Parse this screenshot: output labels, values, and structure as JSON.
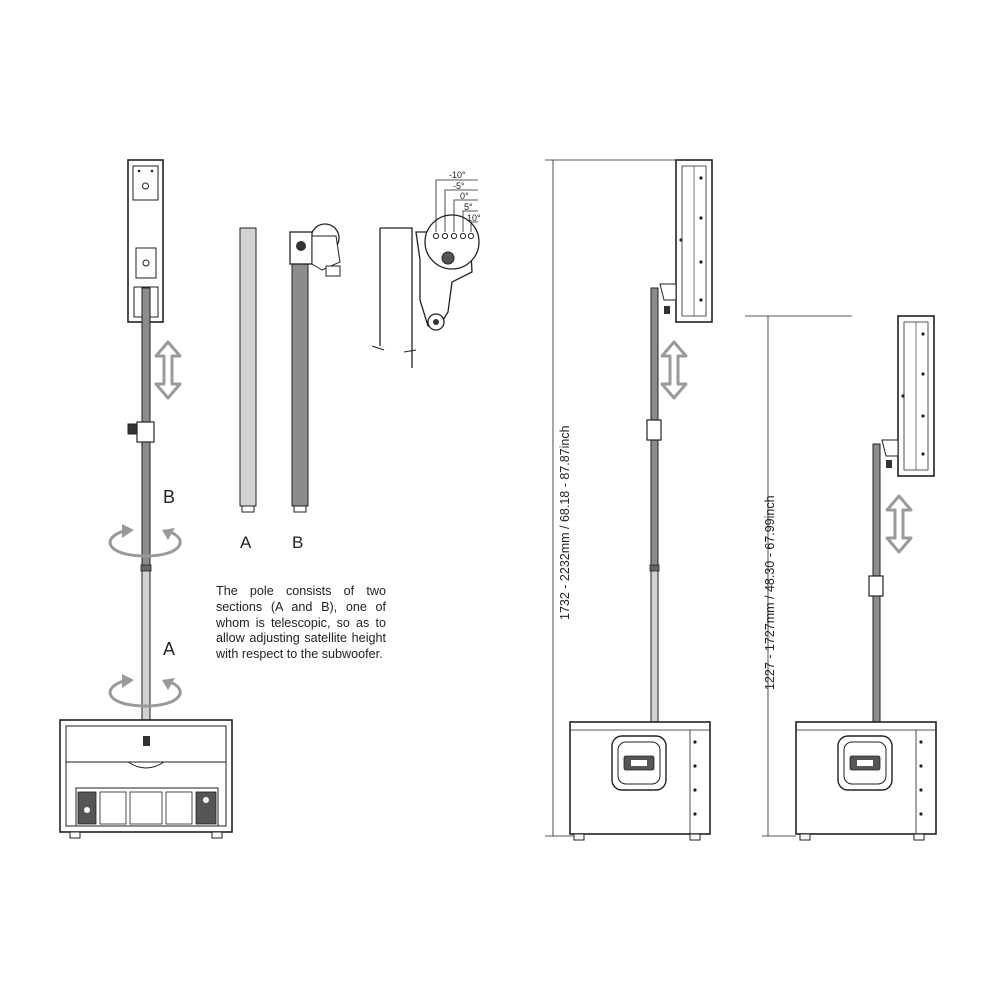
{
  "labels": {
    "section_a": "A",
    "section_b": "B"
  },
  "description": "The pole consists of two sections (A and B), one of whom is telescopic, so as to allow adjusting satellite height with respect to the subwoofer.",
  "tilt_angles": [
    "-10°",
    "-5°",
    "0°",
    "5°",
    "10°"
  ],
  "dimensions": {
    "tall_config": "1732 - 2232mm / 68.18 - 87.87inch",
    "short_config": "1227 - 1727mm / 48.30 - 67.99inch"
  },
  "colors": {
    "line": "#222222",
    "pole_gray": "#8c8c8c",
    "pole_light": "#d2d2d2",
    "arrow_gray": "#9a9a9a"
  },
  "icons": [
    "double-arrow-icon",
    "rotate-arrow-icon"
  ]
}
